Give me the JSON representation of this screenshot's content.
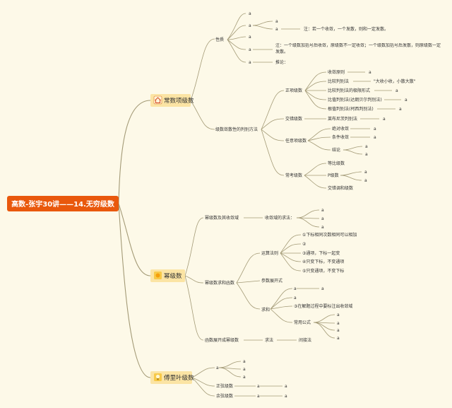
{
  "root": "高数-张宇30讲——14.无穷级数",
  "branches": {
    "constant": {
      "title": "常数项级数",
      "icon": "house-icon",
      "properties": {
        "label": "性质",
        "item_a1": "a",
        "item_a2": "a",
        "item_a2_sub1": "a",
        "item_a2_sub2": "a",
        "item_a2_note": "注：若一个收敛，一个发散，则和一定发散。",
        "item_a3": "a",
        "item_a4": "a",
        "item_a4_note": "注：一个级数加括号后收敛，原级数不一定收敛；一个级数加括号后发散，则原级数一定发散。",
        "item_a5": "a",
        "item_a5_note": "推论："
      },
      "convergence": {
        "label": "级数敛散性的判别方法",
        "positive": {
          "label": "正项级数",
          "items": [
            {
              "label": "收敛原则",
              "value": "a"
            },
            {
              "label": "比较判别法",
              "value": "\"大收小收，小散大散\""
            },
            {
              "label": "比较判别法的极限形式",
              "value": "a"
            },
            {
              "label": "比值判别法(达朗贝尔判别法)",
              "value": "a"
            },
            {
              "label": "根值判别法(柯西判别法)",
              "value": "a"
            }
          ]
        },
        "alternating": {
          "label": "交错级数",
          "item": "莱布尼茨判别法",
          "value": "a"
        },
        "arbitrary": {
          "label": "任意项级数",
          "absolute": "绝对收敛",
          "absolute_value": "a",
          "conditional": "条件收敛",
          "conditional_value": "a",
          "conclusion": "结论",
          "conclusion_v1": "a",
          "conclusion_v2": "a"
        },
        "common": {
          "label": "常考级数",
          "geometric": "等比级数",
          "p_series": "P级数",
          "p_v1": "a",
          "p_v2": "a",
          "harmonic": "交错调和级数"
        }
      }
    },
    "power": {
      "title": "幂级数",
      "icon": "sun-icon",
      "domain": {
        "label": "幂级数及其收敛域",
        "method": "收敛域的求法：",
        "values": [
          "a",
          "a",
          "a"
        ]
      },
      "sum": {
        "label": "幂级数求和函数",
        "ops": {
          "label": "运算法则",
          "rules": [
            "①下标相同次数相同可以相加",
            "②",
            "③通项，下标一起变",
            "④只变下标，不变通项",
            "⑤只变通项，不变下标"
          ]
        },
        "param": "参数展开式",
        "summation": {
          "label": "求和",
          "r1": "a",
          "r1_value": "a",
          "r2": "a",
          "r3": "③在解题过程中要标注出收敛域",
          "formula": "常用公式",
          "formula_values": [
            "a",
            "a",
            "a",
            "a"
          ]
        }
      },
      "expansion": {
        "label": "函数展开成幂级数",
        "method": "求法",
        "way": "间接法"
      }
    },
    "fourier": {
      "title": "傅里叶级数",
      "icon": "lightbulb-icon",
      "a_label": "a",
      "a_values": [
        "a",
        "a",
        "a"
      ],
      "sine": {
        "label": "正弦级数",
        "v1": "a",
        "v2": "a"
      },
      "cosine": {
        "label": "余弦级数",
        "v1": "a",
        "v2": "a"
      }
    }
  },
  "colors": {
    "background": "#fdf9e8",
    "root": "#e9580c",
    "node": "#fbe4a4",
    "edge": "#a39a76"
  }
}
